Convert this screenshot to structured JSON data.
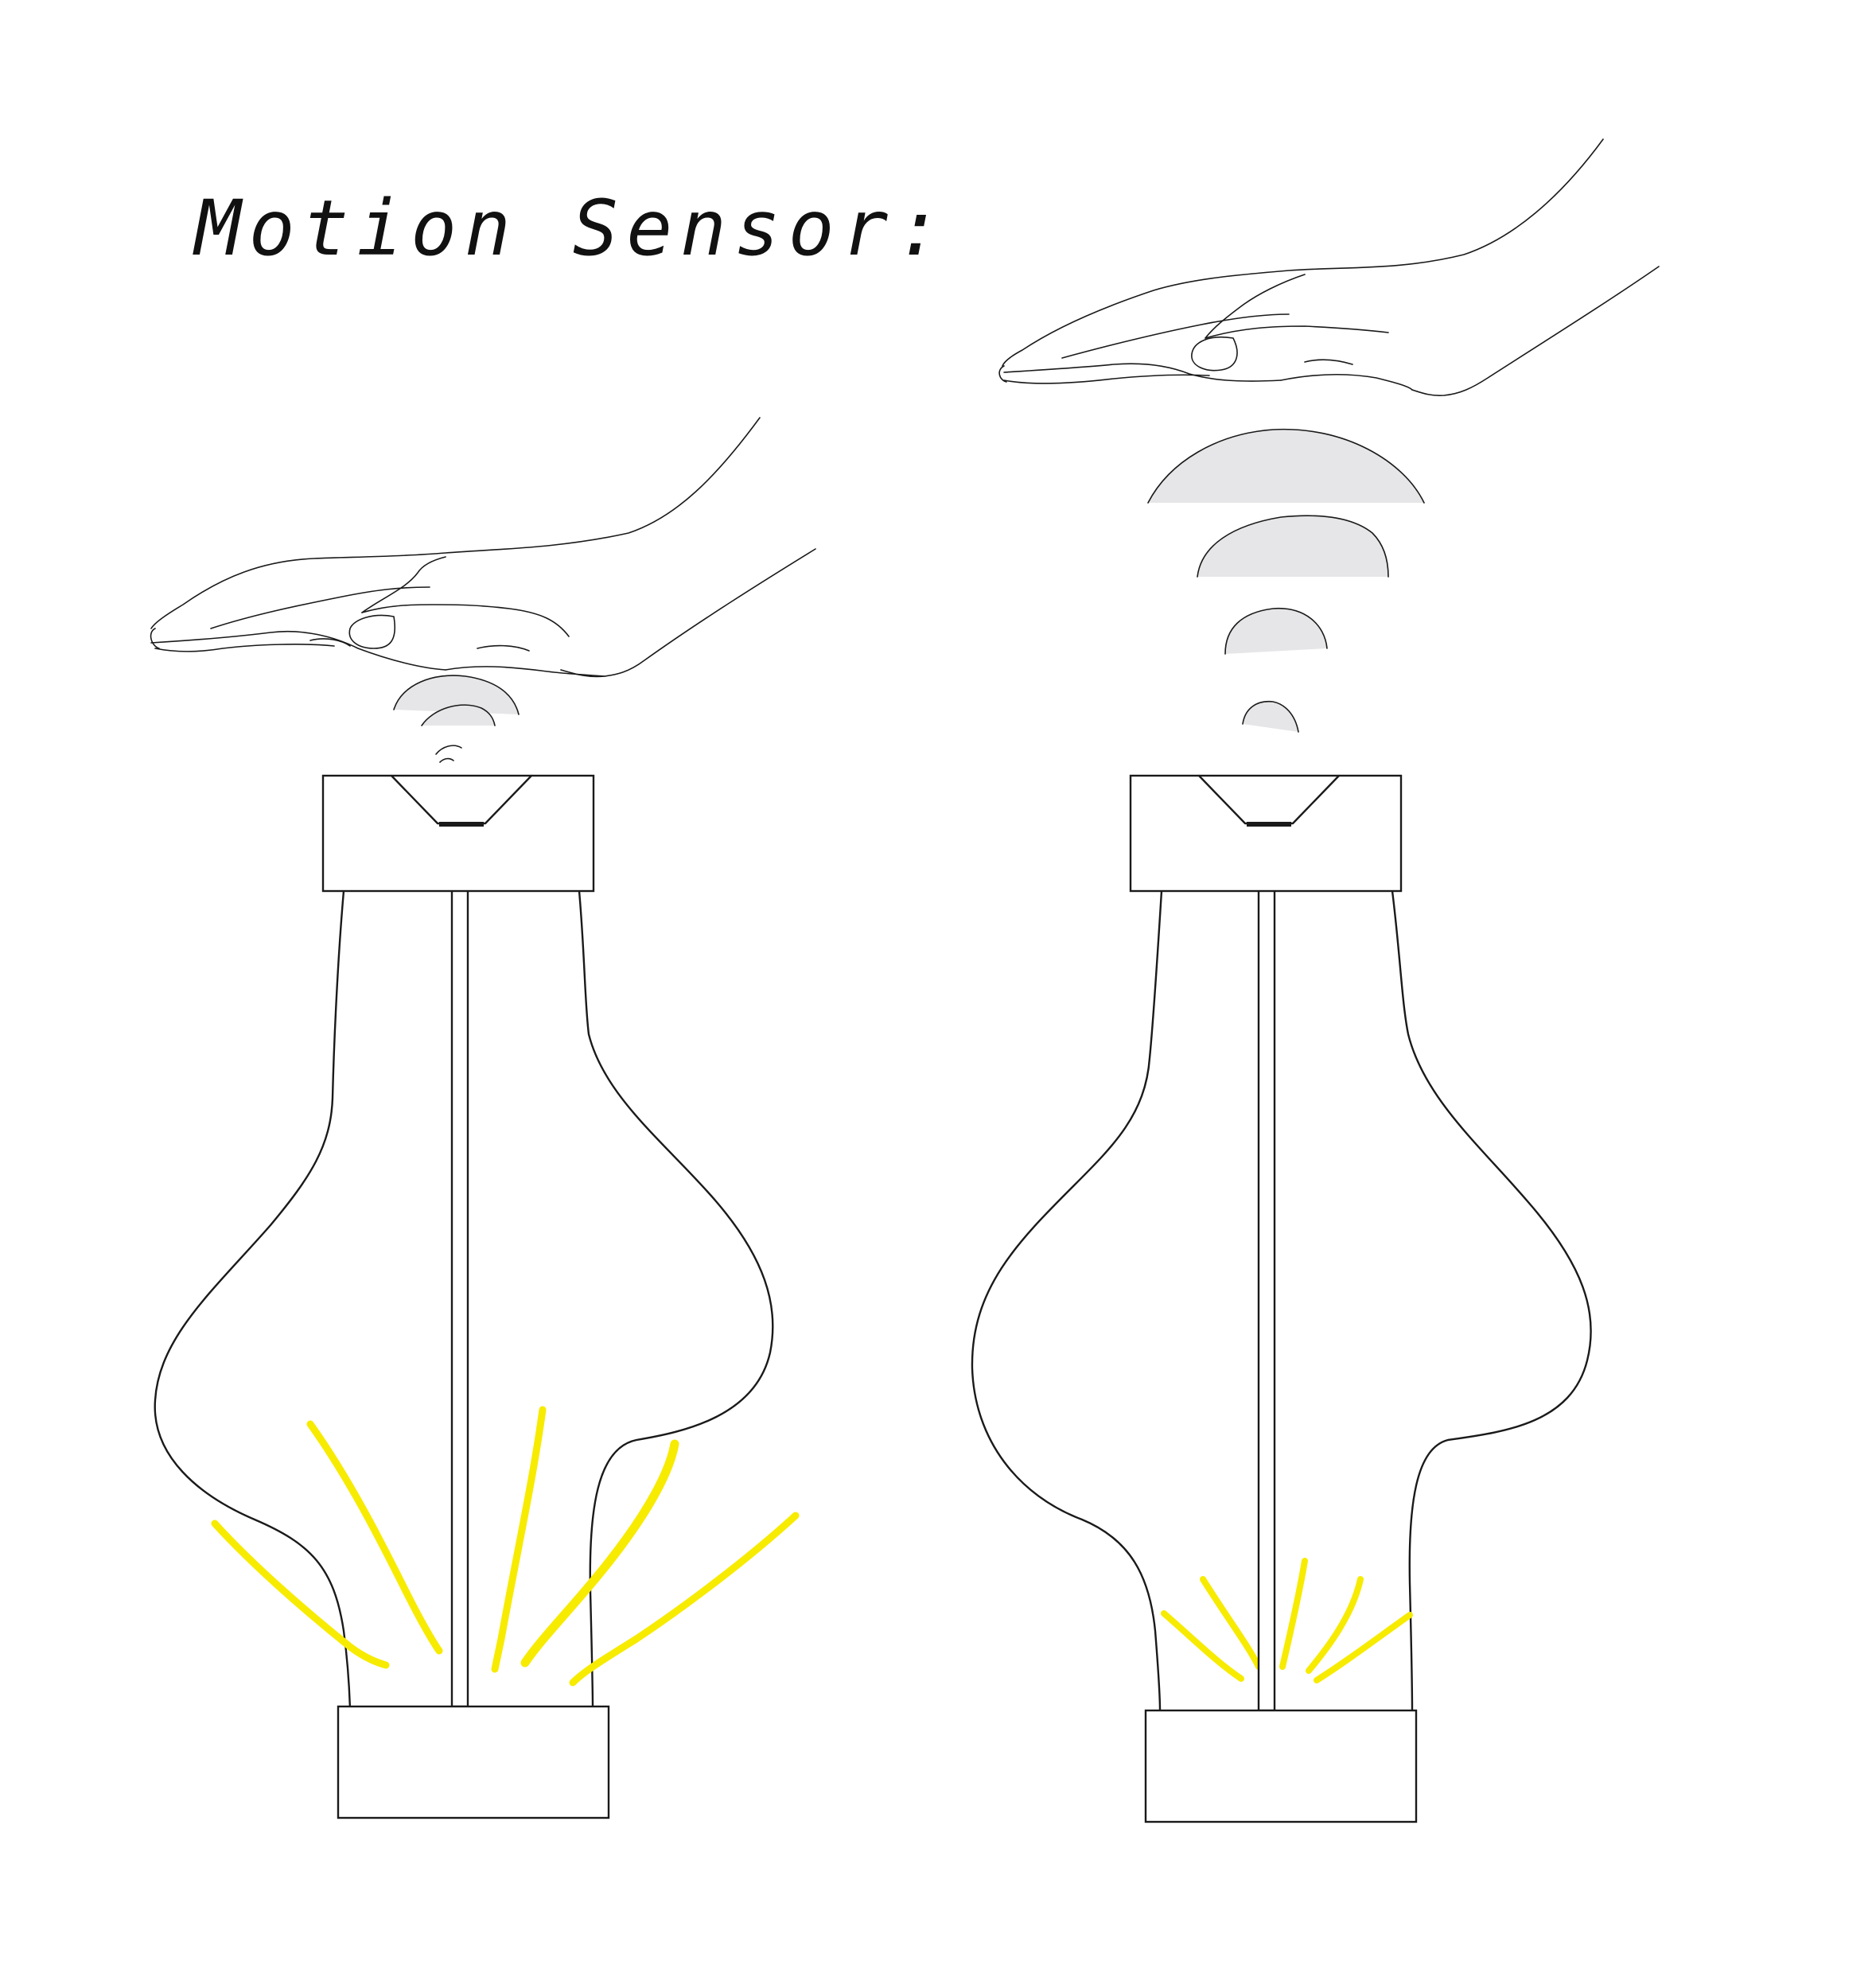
{
  "title": "Motion Sensor:",
  "colors": {
    "light_rays": "#f7eb00",
    "sensor_waves": "#e6e6e8",
    "lines": "#1a1a1a",
    "background": "#ffffff"
  },
  "panels": [
    {
      "label": "",
      "hand_distance": "near",
      "wave_count": 3,
      "light_intensity": "strong"
    },
    {
      "label": "",
      "hand_distance": "far",
      "wave_count": 4,
      "light_intensity": "weak"
    }
  ]
}
